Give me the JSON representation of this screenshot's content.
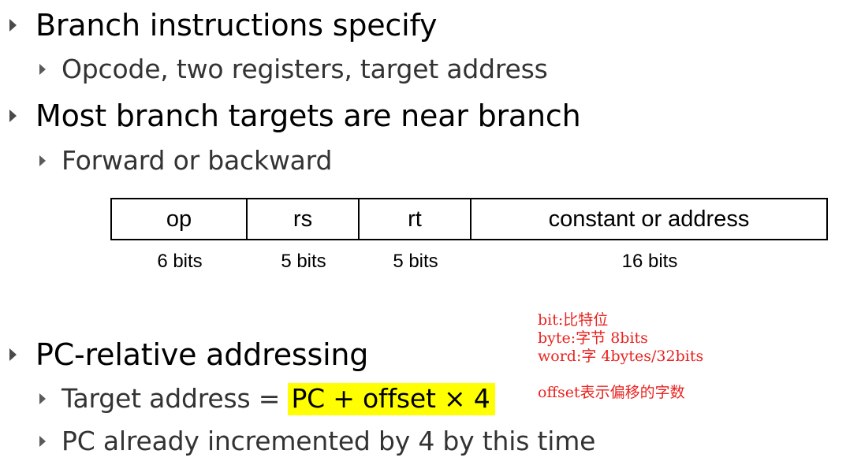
{
  "bullets": {
    "b1": "Branch instructions specify",
    "b1_sub1": "Opcode, two registers, target address",
    "b2": "Most branch targets are near branch",
    "b2_sub1": "Forward or backward",
    "b3": "PC-relative addressing",
    "b3_sub1_prefix": "Target address = ",
    "b3_sub1_highlight": "PC + offset × 4",
    "b3_sub2": "PC already incremented by 4 by this time"
  },
  "format": {
    "fields": [
      "op",
      "rs",
      "rt",
      "constant or address"
    ],
    "bits": [
      "6 bits",
      "5 bits",
      "5 bits",
      "16 bits"
    ]
  },
  "notes": {
    "line1": "bit:比特位",
    "line2": "byte:字节 8bits",
    "line3": "word:字 4bytes/32bits",
    "line4": "offset表示偏移的字数"
  },
  "colors": {
    "highlight": "#ffff00",
    "note_text": "#e8231f",
    "bullet_arrow": "#4a4a4a"
  }
}
